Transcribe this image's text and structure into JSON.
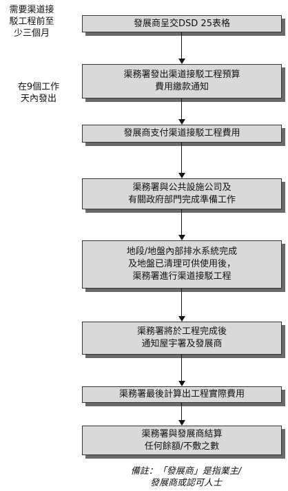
{
  "side_notes": {
    "before_step1": [
      "需要渠道接",
      "駁工程前至",
      "少三個月"
    ],
    "before_step2": [
      "在9個工作",
      "天內發出"
    ]
  },
  "steps": [
    {
      "lines": [
        "發展商呈交DSD 25表格"
      ]
    },
    {
      "lines": [
        "渠務署發出渠道接駁工程預算",
        "費用繳款通知"
      ]
    },
    {
      "lines": [
        "發展商支付渠道接駁工程費用"
      ]
    },
    {
      "lines": [
        "渠務署與公共設施公司及",
        "有關政府部門完成準備工作"
      ]
    },
    {
      "lines": [
        "地段/地盤內部排水系統完成",
        "及地盤已清理可供使用後，",
        "渠務署進行渠道接駁工程"
      ]
    },
    {
      "lines": [
        "渠務署將於工程完成後",
        "通知屋宇署及發展商"
      ]
    },
    {
      "lines": [
        "渠務署最後計算出工程實際費用"
      ]
    },
    {
      "lines": [
        "渠務署與發展商結算",
        "任何餘額/不敷之數"
      ]
    }
  ],
  "footnote": [
    "備註：「發展商」是指業主/",
    "發展商或認可人士"
  ]
}
